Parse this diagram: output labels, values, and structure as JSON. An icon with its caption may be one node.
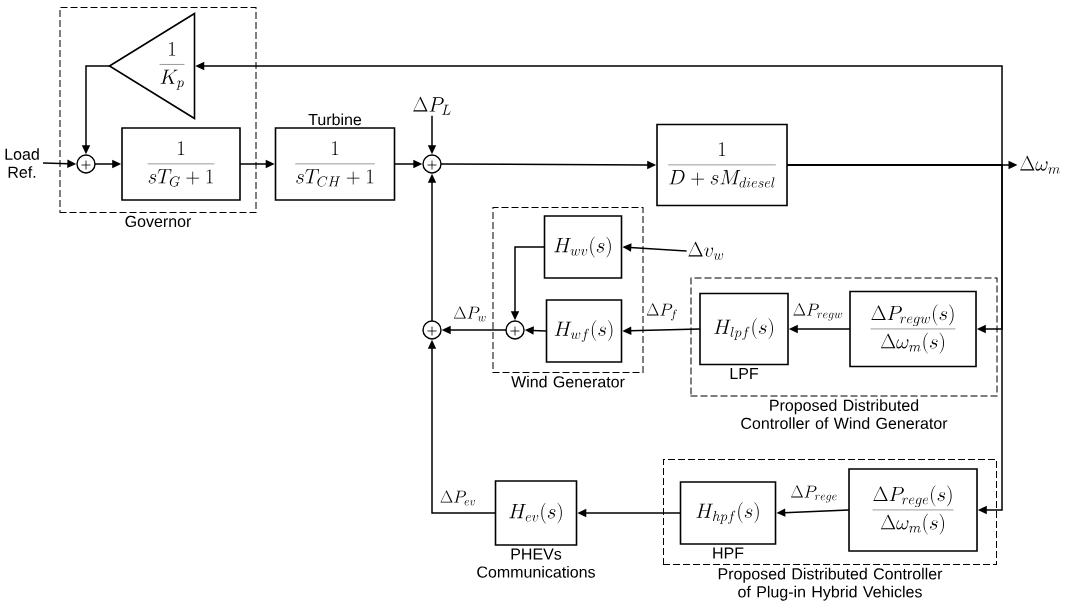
{
  "diagram": {
    "nodes": [
      {
        "text": [
          "Load Ref."
        ]
      },
      {
        "text": [
          "Governor"
        ]
      },
      {
        "text": [
          "\\frac{1}{K_p}"
        ],
        "in": 1
      },
      {
        "text": [],
        "shape": "circle",
        "in": 1
      },
      {
        "text": [
          "\\frac{1}{sT_G+1}"
        ],
        "in": 1
      },
      {
        "text": [
          "Turbine",
          "\\frac{1}{sT_{CH}+1}"
        ]
      },
      {
        "text": [
          "\\Delta P_L"
        ]
      },
      {
        "text": [],
        "shape": "circle"
      },
      {
        "text": [
          "\\frac{1}{D+sM_{diesel}}"
        ]
      },
      {
        "text": [
          "\\Delta\\omega_m"
        ]
      },
      {
        "text": [
          "Wind Generator"
        ]
      },
      {
        "text": [
          "H_{wv}(s)"
        ],
        "in": 10
      },
      {
        "text": [
          "\\Delta v_w"
        ]
      },
      {
        "text": [],
        "shape": "circle"
      },
      {
        "text": [],
        "shape": "circle",
        "in": 10
      },
      {
        "text": [
          "H_{wf}(s)"
        ],
        "in": 10
      },
      {
        "text": [
          "Proposed Distributed Controller of Wind Generator"
        ]
      },
      {
        "text": [
          "H_{lpf}(s)"
        ],
        "beside": [
          "LPF"
        ],
        "in": 16
      },
      {
        "text": [
          "\\frac{\\Delta P_{regw}(s)}{\\Delta\\omega_m(s)}"
        ],
        "in": 16
      },
      {
        "text": [
          "H_{ev}(s)"
        ],
        "beside": [
          "PHEVs Communications"
        ]
      },
      {
        "text": [
          "Proposed Distributed Controller of Plug-in Hybrid Vehicles"
        ]
      },
      {
        "text": [
          "H_{hpf}(s)"
        ],
        "beside": [
          "HPF"
        ],
        "in": 20
      },
      {
        "text": [
          "\\frac{\\Delta P_{rege}(s)}{\\Delta\\omega_m(s)}"
        ],
        "in": 20
      }
    ],
    "edges": [
      {
        "from": 0,
        "to": 3,
        "arrow": "to"
      },
      {
        "from": 2,
        "to": 3,
        "arrow": "to"
      },
      {
        "from": 3,
        "to": 4,
        "arrow": "to"
      },
      {
        "from": 4,
        "to": 5,
        "arrow": "to"
      },
      {
        "from": 5,
        "to": 7,
        "arrow": "to"
      },
      {
        "from": 6,
        "to": 7,
        "arrow": "to"
      },
      {
        "from": 7,
        "to": 8,
        "arrow": "to"
      },
      {
        "from": 8,
        "to": 9,
        "arrow": "to"
      },
      {
        "from": 8,
        "to": 2,
        "arrow": "to"
      },
      {
        "from": 8,
        "to": 18,
        "arrow": "to"
      },
      {
        "from": 8,
        "to": 22,
        "arrow": "to"
      },
      {
        "from": 12,
        "to": 11,
        "arrow": "to"
      },
      {
        "from": 11,
        "to": 14,
        "arrow": "to"
      },
      {
        "from": 15,
        "to": 14,
        "arrow": "to"
      },
      {
        "from": 14,
        "to": 13,
        "arrow": "to",
        "label": "\\Delta P_w"
      },
      {
        "from": 17,
        "to": 15,
        "arrow": "to",
        "label": "\\Delta P_f"
      },
      {
        "from": 18,
        "to": 17,
        "arrow": "to",
        "label": "\\Delta P_{regw}"
      },
      {
        "from": 13,
        "to": 7,
        "arrow": "to"
      },
      {
        "from": 22,
        "to": 21,
        "arrow": "to",
        "label": "\\Delta P_{rege}"
      },
      {
        "from": 21,
        "to": 19,
        "arrow": "to"
      },
      {
        "from": 19,
        "to": 13,
        "arrow": "to",
        "label": "\\Delta P_{ev}"
      }
    ]
  }
}
